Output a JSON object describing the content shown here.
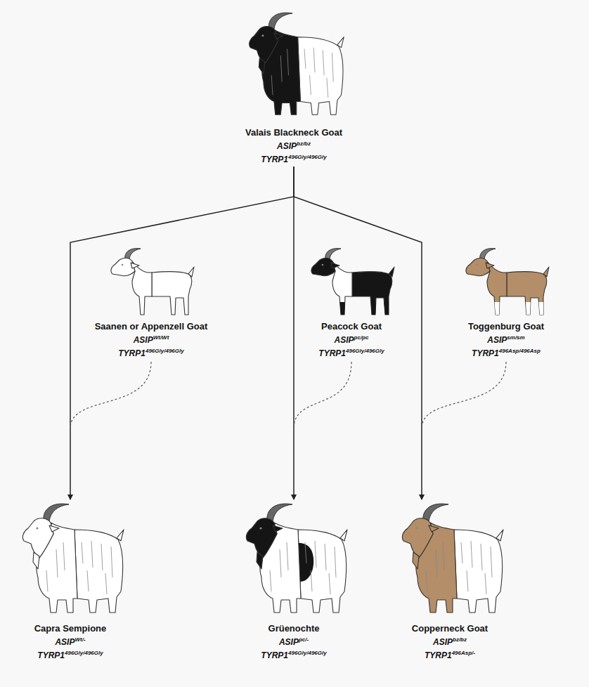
{
  "diagram": {
    "nodes": [
      {
        "text": [
          "Valais Blackneck Goat",
          "ASIP",
          "bz/bz",
          "TYRP1",
          "496Gly/496Gly"
        ]
      },
      {
        "text": [
          "Saanen or Appenzell Goat",
          "ASIP",
          "Wt/Wt",
          "TYRP1",
          "496Gly/496Gly"
        ]
      },
      {
        "text": [
          "Peacock Goat",
          "ASIP",
          "pc/pc",
          "TYRP1",
          "496Gly/496Gly"
        ]
      },
      {
        "text": [
          "Toggenburg Goat",
          "ASIP",
          "sm/sm",
          "TYRP1",
          "496Asp/496Asp"
        ]
      },
      {
        "text": [
          "Capra Sempione",
          "ASIP",
          "Wt/-",
          "TYRP1",
          "496Gly/496Gly"
        ]
      },
      {
        "text": [
          "Grüenochte",
          "ASIP",
          "pc/-",
          "TYRP1",
          "496Gly/496Gly"
        ]
      },
      {
        "text": [
          "Copperneck Goat",
          "ASIP",
          "bz/bz",
          "TYRP1",
          "496Asp/-"
        ]
      }
    ],
    "edges": [
      {
        "from": 0,
        "to": 4,
        "arrow": "to"
      },
      {
        "from": 0,
        "to": 5,
        "arrow": "to"
      },
      {
        "from": 0,
        "to": 6,
        "arrow": "to"
      },
      {
        "from": 1,
        "to": 4,
        "arrow": "to"
      },
      {
        "from": 2,
        "to": 5,
        "arrow": "to"
      },
      {
        "from": 3,
        "to": 6,
        "arrow": "to"
      }
    ]
  }
}
